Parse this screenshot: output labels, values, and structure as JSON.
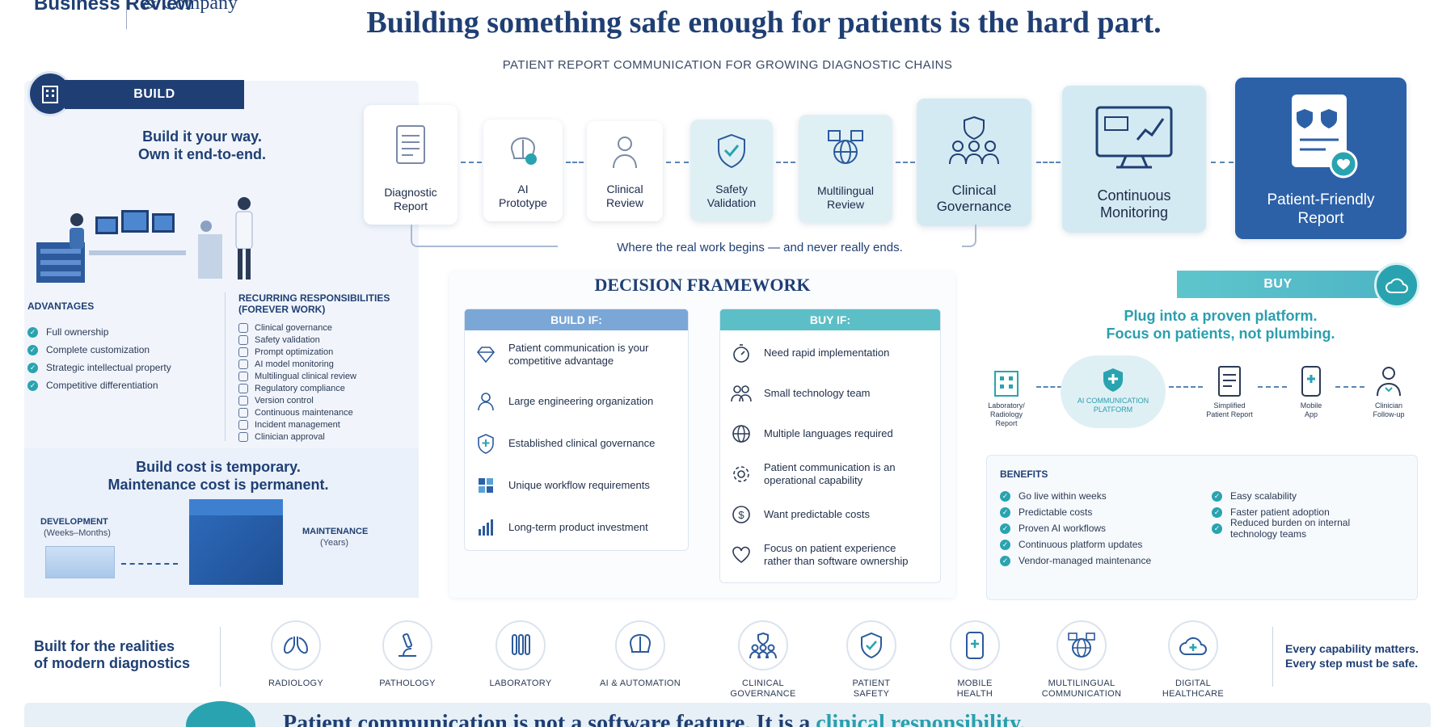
{
  "header": {
    "logo_left": "Business Review",
    "logo_right": "& Company",
    "title": "Building something safe enough for patients is the hard part.",
    "subtitle": "PATIENT REPORT COMMUNICATION FOR GROWING DIAGNOSTIC CHAINS"
  },
  "build": {
    "tab": "BUILD",
    "tagline_1": "Build it your way.",
    "tagline_2": "Own it end-to-end.",
    "advantages_title": "ADVANTAGES",
    "advantages": [
      "Full ownership",
      "Complete customization",
      "Strategic intellectual property",
      "Competitive differentiation"
    ],
    "resp_title_1": "RECURRING RESPONSIBILITIES",
    "resp_title_2": "(FOREVER WORK)",
    "responsibilities": [
      "Clinical governance",
      "Safety validation",
      "Prompt optimization",
      "AI model monitoring",
      "Multilingual clinical review",
      "Regulatory compliance",
      "Version control",
      "Continuous maintenance",
      "Incident management",
      "Clinician approval"
    ],
    "cost_1": "Build cost is temporary.",
    "cost_2": "Maintenance cost is permanent.",
    "dev_label": "DEVELOPMENT",
    "dev_sub": "(Weeks–Months)",
    "maint_label": "MAINTENANCE",
    "maint_sub": "(Years)"
  },
  "flow": {
    "steps": [
      {
        "l1": "Diagnostic",
        "l2": "Report"
      },
      {
        "l1": "AI",
        "l2": "Prototype"
      },
      {
        "l1": "Clinical",
        "l2": "Review"
      },
      {
        "l1": "Safety",
        "l2": "Validation"
      },
      {
        "l1": "Multilingual",
        "l2": "Review"
      },
      {
        "l1": "Clinical",
        "l2": "Governance"
      },
      {
        "l1": "Continuous",
        "l2": "Monitoring"
      },
      {
        "l1": "Patient-Friendly",
        "l2": "Report"
      }
    ],
    "caption": "Where the real work begins — and never really ends."
  },
  "framework": {
    "title": "DECISION FRAMEWORK",
    "build_header": "BUILD IF:",
    "build_rows": [
      {
        "l1": "Patient communication is your",
        "l2": "competitive advantage"
      },
      {
        "l1": "Large engineering organization",
        "l2": ""
      },
      {
        "l1": "Established clinical governance",
        "l2": ""
      },
      {
        "l1": "Unique workflow requirements",
        "l2": ""
      },
      {
        "l1": "Long-term product investment",
        "l2": ""
      }
    ],
    "buy_header": "BUY IF:",
    "buy_rows": [
      {
        "l1": "Need rapid implementation",
        "l2": ""
      },
      {
        "l1": "Small technology team",
        "l2": ""
      },
      {
        "l1": "Multiple languages required",
        "l2": ""
      },
      {
        "l1": "Patient communication is an",
        "l2": "operational capability"
      },
      {
        "l1": "Want predictable costs",
        "l2": ""
      },
      {
        "l1": "Focus on patient experience",
        "l2": "rather than software ownership"
      }
    ]
  },
  "buy": {
    "tab": "BUY",
    "tagline_1": "Plug into a proven platform.",
    "tagline_2": "Focus on patients, not plumbing.",
    "nodes": [
      {
        "l1": "Laboratory/",
        "l2": "Radiology",
        "l3": "Report"
      },
      {
        "l1": "AI COMMUNICATION",
        "l2": "PLATFORM",
        "l3": ""
      },
      {
        "l1": "Simplified",
        "l2": "Patient Report",
        "l3": ""
      },
      {
        "l1": "Mobile",
        "l2": "App",
        "l3": ""
      },
      {
        "l1": "Clinician",
        "l2": "Follow-up",
        "l3": ""
      }
    ],
    "benefits_title": "BENEFITS",
    "benefits_left": [
      "Go live within weeks",
      "Predictable costs",
      "Proven AI workflows",
      "Continuous platform updates",
      "Vendor-managed maintenance"
    ],
    "benefits_right": [
      "Easy scalability",
      "Faster patient adoption",
      "Reduced burden on internal technology teams"
    ]
  },
  "bottom": {
    "left_1": "Built for the realities",
    "left_2": "of modern diagnostics",
    "capabilities": [
      {
        "l1": "RADIOLOGY",
        "l2": ""
      },
      {
        "l1": "PATHOLOGY",
        "l2": ""
      },
      {
        "l1": "LABORATORY",
        "l2": ""
      },
      {
        "l1": "AI & AUTOMATION",
        "l2": ""
      },
      {
        "l1": "CLINICAL",
        "l2": "GOVERNANCE"
      },
      {
        "l1": "PATIENT",
        "l2": "SAFETY"
      },
      {
        "l1": "MOBILE",
        "l2": "HEALTH"
      },
      {
        "l1": "MULTILINGUAL",
        "l2": "COMMUNICATION"
      },
      {
        "l1": "DIGITAL",
        "l2": "HEALTHCARE"
      }
    ],
    "right_1": "Every capability matters.",
    "right_2": "Every step must be safe.",
    "footer_a": "Patient communication is not a software feature. It is a ",
    "footer_b": "clinical responsibility."
  }
}
